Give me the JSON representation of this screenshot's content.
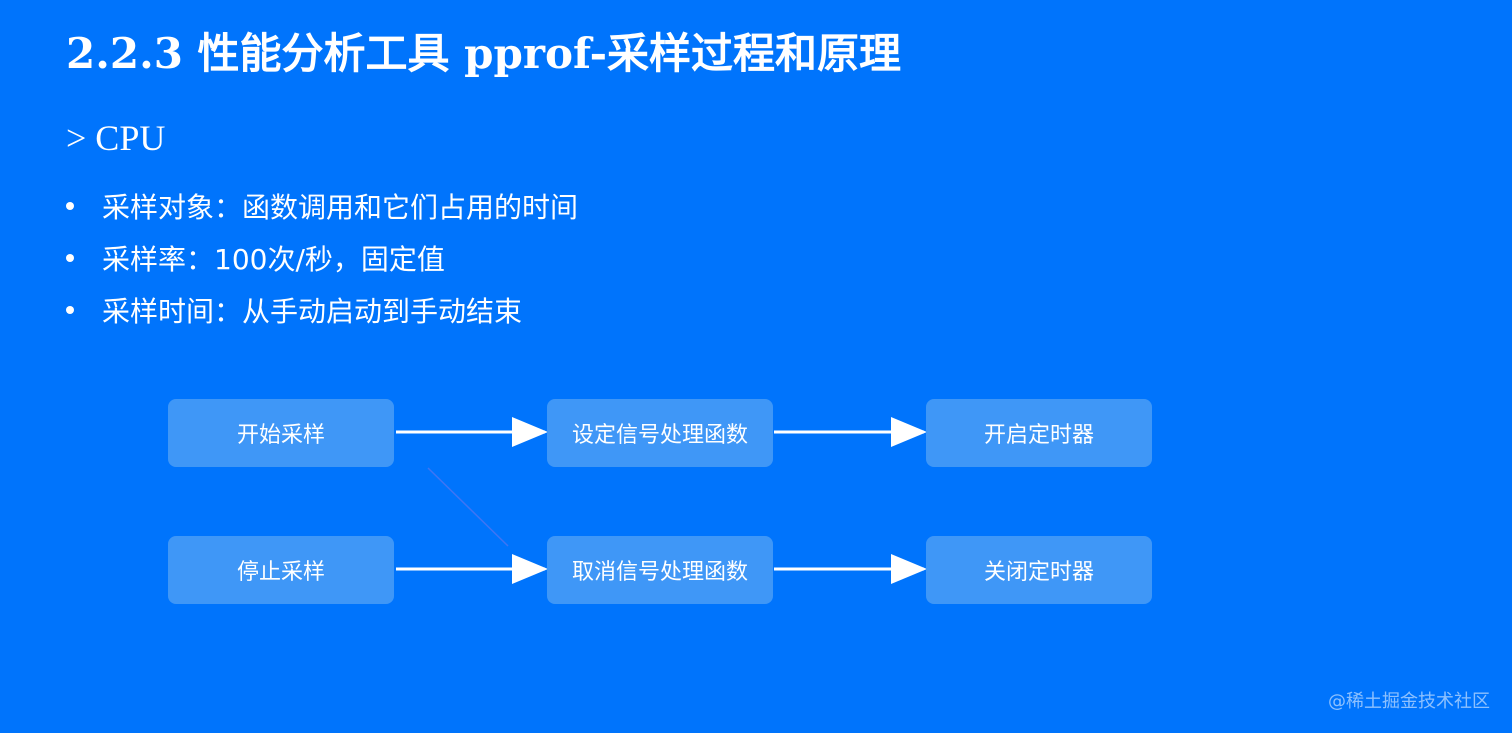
{
  "slide": {
    "title": "2.2.3  性能分析工具 pprof-采样过程和原理",
    "subtitle": "> CPU",
    "bullets": [
      "采样对象：函数调用和它们占用的时间",
      "采样率：100次/秒，固定值",
      "采样时间：从手动启动到手动结束"
    ]
  },
  "diagram": {
    "row1": [
      "开始采样",
      "设定信号处理函数",
      "开启定时器"
    ],
    "row2": [
      "停止采样",
      "取消信号处理函数",
      "关闭定时器"
    ]
  },
  "watermark": "@稀土掘金技术社区",
  "colors": {
    "background": "#0074fc",
    "box": "#3f97f7",
    "text": "#ffffff"
  }
}
